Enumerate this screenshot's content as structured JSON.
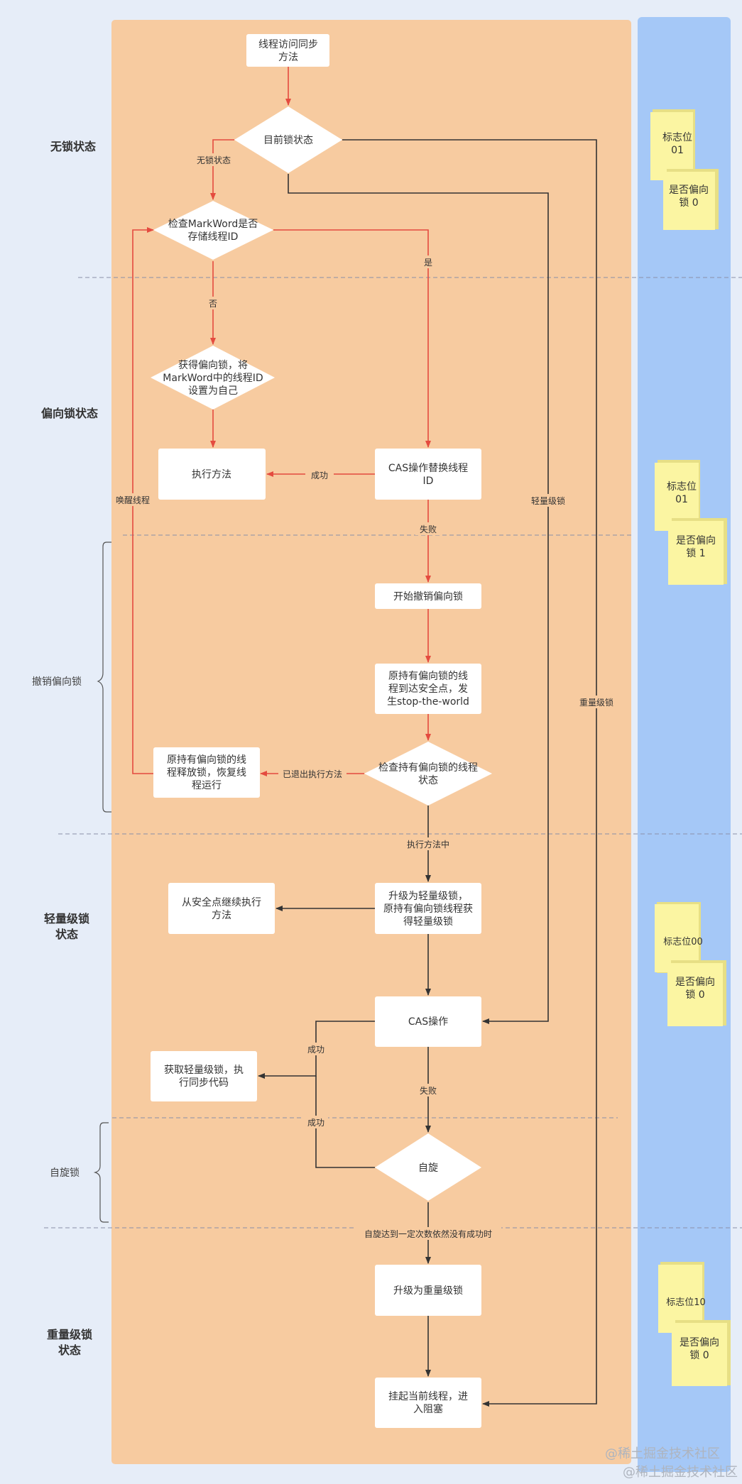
{
  "colors": {
    "page_bg": "#e6edf8",
    "flow_bg": "#f7cba0",
    "side_bg": "#a5c8f7",
    "node_fill": "#ffffff",
    "red_edge": "#e44b3f",
    "dark_edge": "#333333",
    "note_fill": "#fbf5a2",
    "note_shadow": "#e7df85",
    "divider": "#8a8fa8"
  },
  "states": {
    "no_lock": "无锁状态",
    "biased_lock": "偏向锁状态",
    "lightweight_line1": "轻量级锁",
    "lightweight_line2": "状态",
    "heavyweight_line1": "重量级锁",
    "heavyweight_line2": "状态"
  },
  "brackets": {
    "revoke_biased": "撤销偏向锁",
    "spin_lock": "自旋锁"
  },
  "nodes": {
    "start": [
      "线程访问同步",
      "方法"
    ],
    "current_lock_state": [
      "目前锁状态"
    ],
    "check_markword": [
      "检查MarkWord是否",
      "存储线程ID"
    ],
    "acquire_biased": [
      "获得偏向锁，将",
      "MarkWord中的线程ID",
      "设置为自己"
    ],
    "execute_method": [
      "执行方法"
    ],
    "cas_replace_thread_id": [
      "CAS操作替换线程",
      "ID"
    ],
    "start_revoke_biased": [
      "开始撤销偏向锁"
    ],
    "holder_reach_safepoint": [
      "原持有偏向锁的线",
      "程到达安全点，发",
      "生stop-the-world"
    ],
    "check_holder_thread_state": [
      "检查持有偏向锁的线程",
      "状态"
    ],
    "holder_release_lock": [
      "原持有偏向锁的线",
      "程释放锁，恢复线",
      "程运行"
    ],
    "upgrade_to_lightweight": [
      "升级为轻量级锁，",
      "原持有偏向锁线程获",
      "得轻量级锁"
    ],
    "continue_from_safepoint": [
      "从安全点继续执行",
      "方法"
    ],
    "cas_operation": [
      "CAS操作"
    ],
    "acquire_lightweight": [
      "获取轻量级锁，执",
      "行同步代码"
    ],
    "spin": [
      "自旋"
    ],
    "upgrade_to_heavyweight": [
      "升级为重量级锁"
    ],
    "suspend_thread": [
      "挂起当前线程，进",
      "入阻塞"
    ]
  },
  "edge_labels": {
    "no_lock_state": "无锁状态",
    "yes": "是",
    "no": "否",
    "success_execute": "成功",
    "fail_cas": "失败",
    "wake_thread": "唤醒线程",
    "lightweight": "轻量级锁",
    "heavyweight": "重量级锁",
    "exited_method": "已退出执行方法",
    "executing_method": "执行方法中",
    "cas_success": "成功",
    "spin_success": "成功",
    "cas_fail": "失败",
    "spin_limit": "自旋达到一定次数依然没有成功时"
  },
  "notes": [
    {
      "flag": [
        "标志位",
        "01"
      ],
      "biased": [
        "是否偏向",
        "锁 0"
      ]
    },
    {
      "flag": [
        "标志位",
        "01"
      ],
      "biased": [
        "是否偏向",
        "锁 1"
      ]
    },
    {
      "flag": [
        "标志位00"
      ],
      "biased": [
        "是否偏向",
        "锁 0"
      ]
    },
    {
      "flag": [
        "标志位10"
      ],
      "biased": [
        "是否偏向",
        "锁 0"
      ]
    }
  ],
  "watermarks": [
    "@稀土掘金技术社区",
    "@稀土掘金技术社区"
  ]
}
